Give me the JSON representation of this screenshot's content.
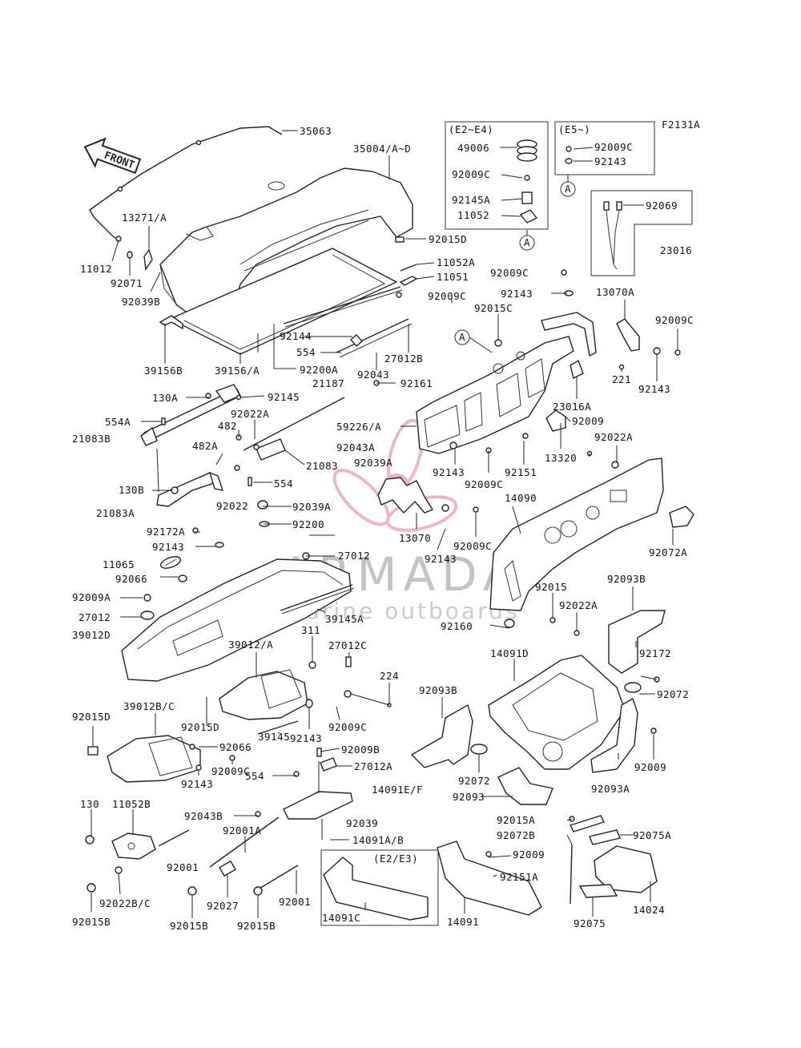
{
  "figure_code": "F2131A",
  "front_arrow_label": "FRONT",
  "colors": {
    "ink": "#222222",
    "watermark_pink": "#e8a9c2",
    "watermark_gray": "#999999",
    "background": "#ffffff"
  },
  "watermark": {
    "brand": "ARMADA",
    "tagline": "marine outboards"
  },
  "boxes": {
    "e2_e4": {
      "title": "(E2~E4)"
    },
    "e5": {
      "title": "(E5~)"
    },
    "e2_e3": {
      "title": "(E2/E3)"
    }
  },
  "callouts": {
    "a": "A"
  },
  "labels": [
    "35063",
    "35004/A~D",
    "13271/A",
    "11012",
    "92071",
    "92039B",
    "39156B",
    "39156/A",
    "92200A",
    "92144",
    "554",
    "27012B",
    "92043",
    "92161",
    "21187",
    "130A",
    "92145",
    "554A",
    "21083B",
    "92022A",
    "482",
    "482A",
    "21083",
    "554",
    "130B",
    "21083A",
    "92022",
    "92039A",
    "92200",
    "92172A",
    "92143",
    "11065",
    "92066",
    "92009A",
    "27012",
    "27012",
    "39012D",
    "39145A",
    "92015D",
    "11052A",
    "11051",
    "92009C",
    "92009C",
    "92143",
    "92015C",
    "13070A",
    "92009C",
    "92143",
    "221",
    "23016A",
    "92009",
    "13320",
    "92022A",
    "59226/A",
    "92043A",
    "92039A",
    "92143",
    "92009C",
    "92151",
    "14090",
    "13070",
    "92009C",
    "92072A",
    "92143",
    "92015",
    "92160",
    "92022A",
    "92093B",
    "311",
    "27012C",
    "224",
    "39012/A",
    "14091D",
    "92172",
    "92072",
    "92093B",
    "39012B/C",
    "92015D",
    "92066",
    "92143",
    "39145",
    "92009C",
    "92009B",
    "27012A",
    "554",
    "92009C",
    "14091E/F",
    "92072",
    "92093",
    "92093A",
    "92009",
    "92143",
    "92043B",
    "92039",
    "14091A/B",
    "130",
    "11052B",
    "92001A",
    "92001",
    "92022B/C",
    "92015B",
    "92027",
    "92015B",
    "92015B",
    "92001",
    "14091C",
    "14091",
    "92151A",
    "92009",
    "92015A",
    "92072B",
    "92075A",
    "14024",
    "92075",
    "49006",
    "92009C",
    "92145A",
    "11052",
    "92009C",
    "92143",
    "92069",
    "23016"
  ]
}
